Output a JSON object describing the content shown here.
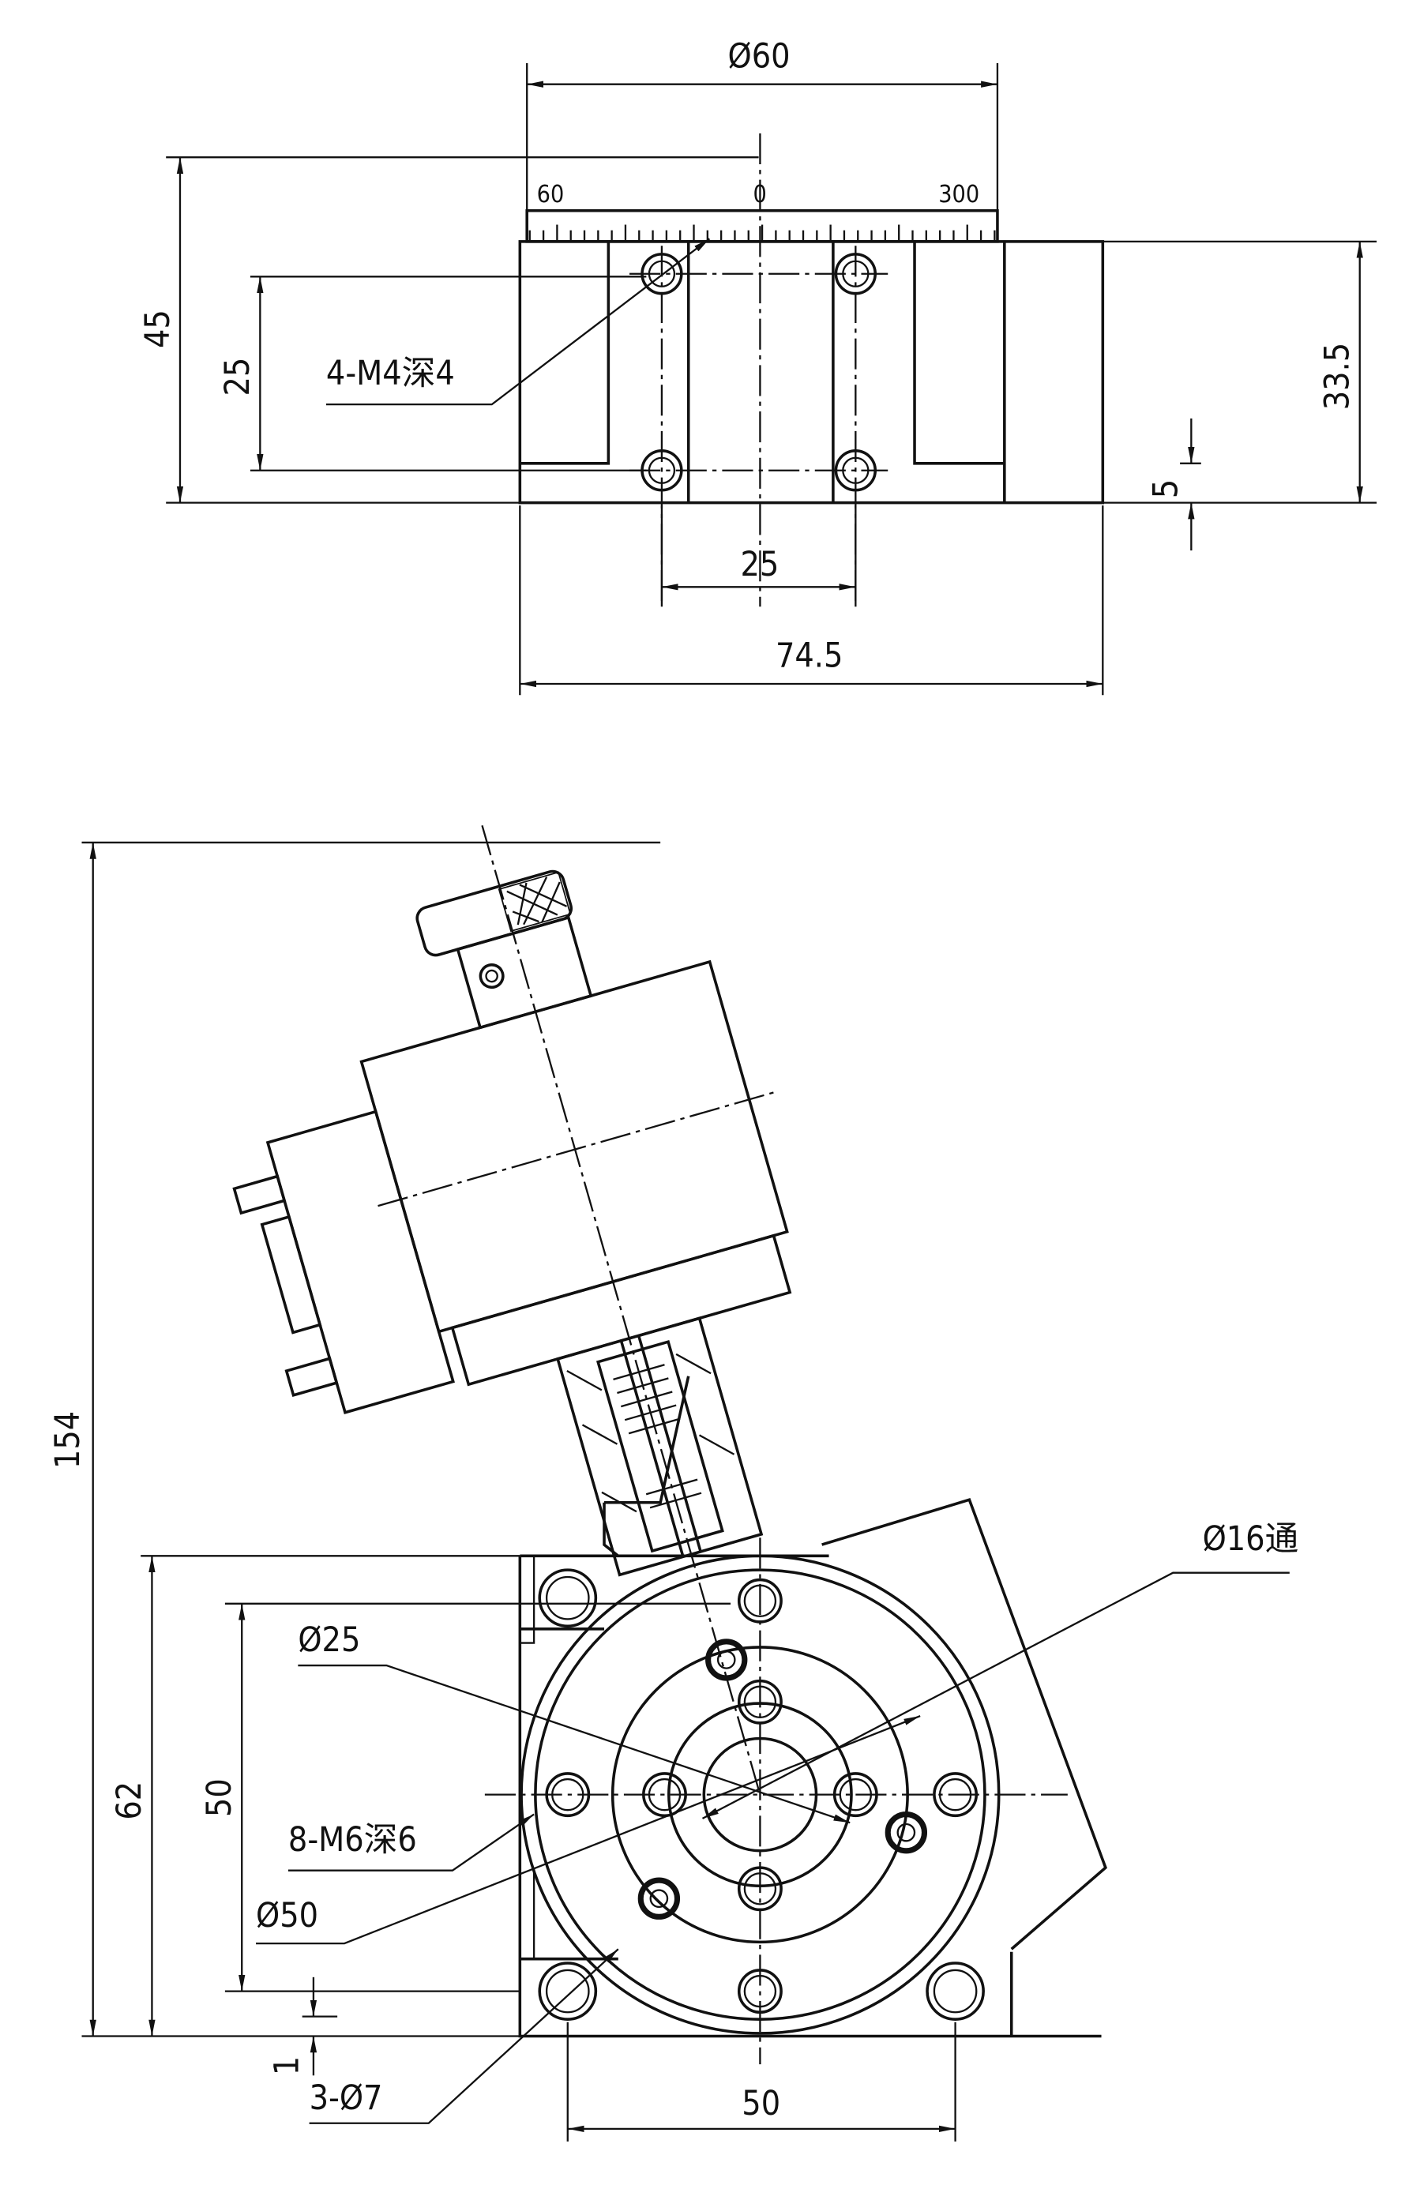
{
  "top_view": {
    "dia_60": "Ø60",
    "scale_left": "60",
    "scale_zero": "0",
    "scale_right": "300",
    "height_45": "45",
    "hole_pitch_25_v": "25",
    "thread_note": "4-M4深4",
    "height_33_5": "33.5",
    "dim_5": "5",
    "hole_pitch_25_h": "25",
    "width_74_5": "74.5"
  },
  "bottom_view": {
    "height_154": "154",
    "bore_note": "Ø16通",
    "dia_25": "Ø25",
    "height_62": "62",
    "pitch_50_v": "50",
    "thread_note": "8-M6深6",
    "dia_50": "Ø50",
    "dim_1": "1",
    "mount_holes": "3-Ø7",
    "pitch_50_h": "50"
  }
}
